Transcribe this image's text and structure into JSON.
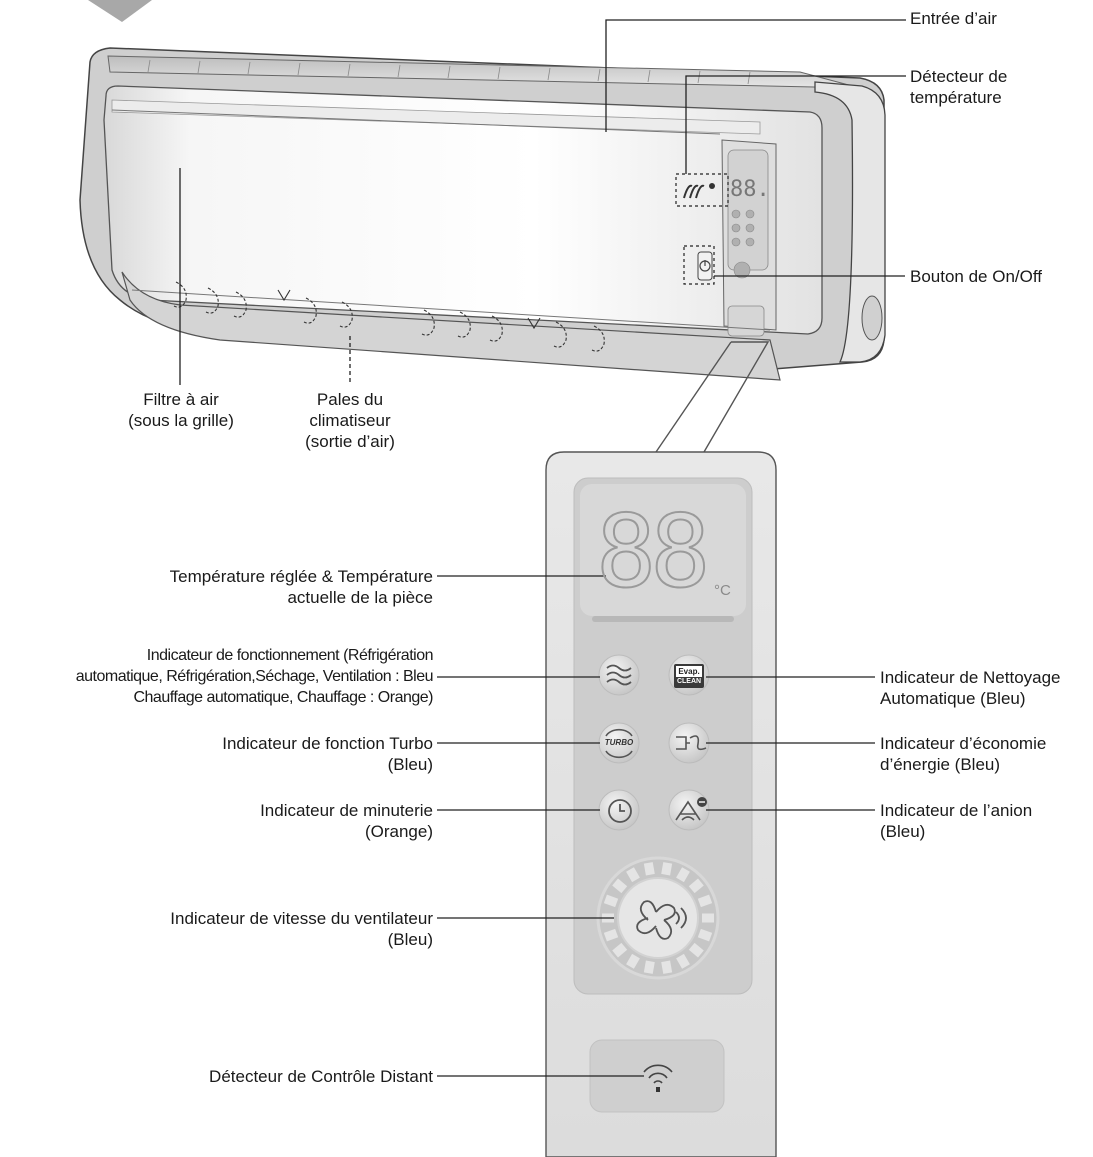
{
  "labels": {
    "air_inlet": [
      "Entrée d’air"
    ],
    "temp_sensor": [
      "Détecteur de",
      "température"
    ],
    "on_off": [
      "Bouton de On/Off"
    ],
    "air_filter": [
      "Filtre à air",
      "(sous la grille)"
    ],
    "blades": [
      "Pales du",
      "climatiseur",
      "(sortie d’air)"
    ],
    "temp_display": [
      "Température réglée & Température",
      "actuelle de la pièce"
    ],
    "operation": [
      "Indicateur de fonctionnement (Réfrigération",
      "automatique, Réfrigération,Séchage, Ventilation : Bleu",
      "Chauffage automatique, Chauffage : Orange)"
    ],
    "turbo": [
      "Indicateur de fonction Turbo",
      "(Bleu)"
    ],
    "timer": [
      "Indicateur de minuterie",
      "(Orange)"
    ],
    "fan_speed": [
      "Indicateur de vitesse du ventilateur",
      "(Bleu)"
    ],
    "remote_sensor": [
      "Détecteur de Contrôle Distant"
    ],
    "auto_clean": [
      "Indicateur de Nettoyage",
      "Automatique (Bleu)"
    ],
    "energy_saving": [
      "Indicateur d’économie",
      "d’énergie (Bleu)"
    ],
    "anion": [
      "Indicateur de l’anion",
      "(Bleu)"
    ]
  },
  "display": {
    "digits": "88",
    "unit": "°C"
  },
  "icons": {
    "evap_top": "Evap.",
    "evap_bottom": "CLEAN",
    "turbo": "TURBO"
  },
  "colors": {
    "line": "#222222",
    "panel": "#e3e3e3",
    "panel_inner": "#cdcdcd",
    "icon": "#555555"
  }
}
